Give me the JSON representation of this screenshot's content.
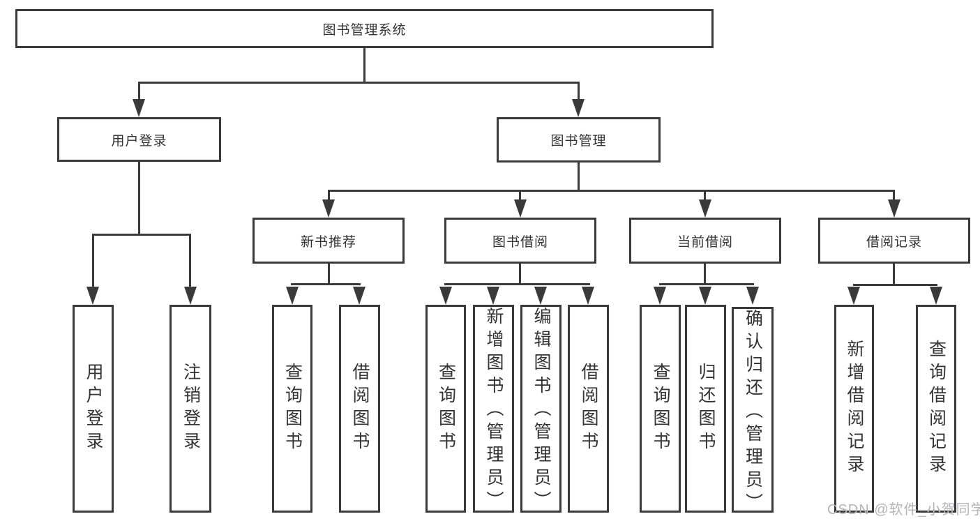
{
  "diagram": {
    "root": "图书管理系统",
    "level2": [
      "用户登录",
      "图书管理"
    ],
    "level3": [
      "新书推荐",
      "图书借阅",
      "当前借阅",
      "借阅记录"
    ],
    "leaves": {
      "user_login": [
        "用户登录",
        "注销登录"
      ],
      "new_books": [
        "查询图书",
        "借阅图书"
      ],
      "book_borrow": [
        "查询图书",
        "新增图书（管理员）",
        "编辑图书（管理员）",
        "借阅图书"
      ],
      "current_borrow": [
        "查询图书",
        "归还图书",
        "确认归还（管理员）"
      ],
      "borrow_records": [
        "新增借阅记录",
        "查询借阅记录"
      ]
    }
  },
  "watermark": "CSDN @软件_小贺同学",
  "colors": {
    "line": "#3a3a3a",
    "text": "#333333",
    "watermark": "#b5b5b8",
    "background": "#ffffff"
  }
}
